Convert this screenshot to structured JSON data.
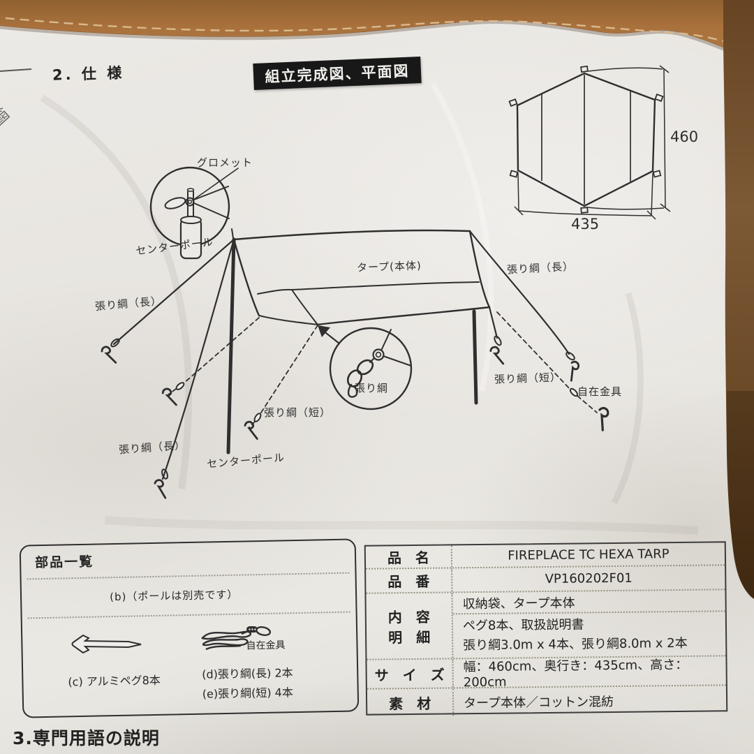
{
  "headings": {
    "section2": "2. 仕 様",
    "diagram_box": "組立完成図、平面図",
    "section3": "3.専門用語の説明"
  },
  "edge_fragment": "綱",
  "assembly_diagram": {
    "grommet": "グロメット",
    "center_pole_top": "センターポール",
    "tarp_body": "タープ(本体)",
    "rope_long_right": "張り綱（長）",
    "rope_long_left": "張り綱（長）",
    "rope_long_lower_left": "張り綱（長）",
    "rope_short_left": "張り綱（短）",
    "rope_short_right": "張り綱（短）",
    "rope_detail": "張り綱",
    "adjuster_right": "自在金具",
    "center_pole_bottom": "センターポール"
  },
  "plan_view": {
    "depth_cm": "460",
    "width_cm": "435"
  },
  "parts_list": {
    "title": "部品一覧",
    "note_b": "(b)（ポールは別売です）",
    "item_c": "(c) アルミペグ8本",
    "adjuster_label": "自在金具",
    "item_d": "(d)張り綱(長) 2本",
    "item_e": "(e)張り綱(短) 4本"
  },
  "spec_table": {
    "rows": [
      {
        "label_lines": [
          "品　名"
        ],
        "value_lines": [
          "FIREPLACE TC HEXA TARP"
        ]
      },
      {
        "label_lines": [
          "品　番"
        ],
        "value_lines": [
          "VP160202F01"
        ]
      },
      {
        "label_lines": [
          "内　容",
          "明　細"
        ],
        "value_lines": [
          "収納袋、タープ本体",
          "ペグ8本、取扱説明書",
          "張り綱3.0m x 4本、張り綱8.0m x 2本"
        ]
      },
      {
        "label_lines": [
          "サ　イ　ズ"
        ],
        "value_lines": [
          "幅：460cm、奥行き：435cm、高さ：200cm"
        ]
      },
      {
        "label_lines": [
          "素　材"
        ],
        "value_lines": [
          "タープ本体／コットン混紡"
        ]
      }
    ]
  },
  "colors": {
    "fabric_top": "#a9713c",
    "fabric_side": "#6e4a27",
    "paper": "#e8e5e0",
    "ink": "#2e2e2e",
    "stitch": "#d9b98e"
  }
}
